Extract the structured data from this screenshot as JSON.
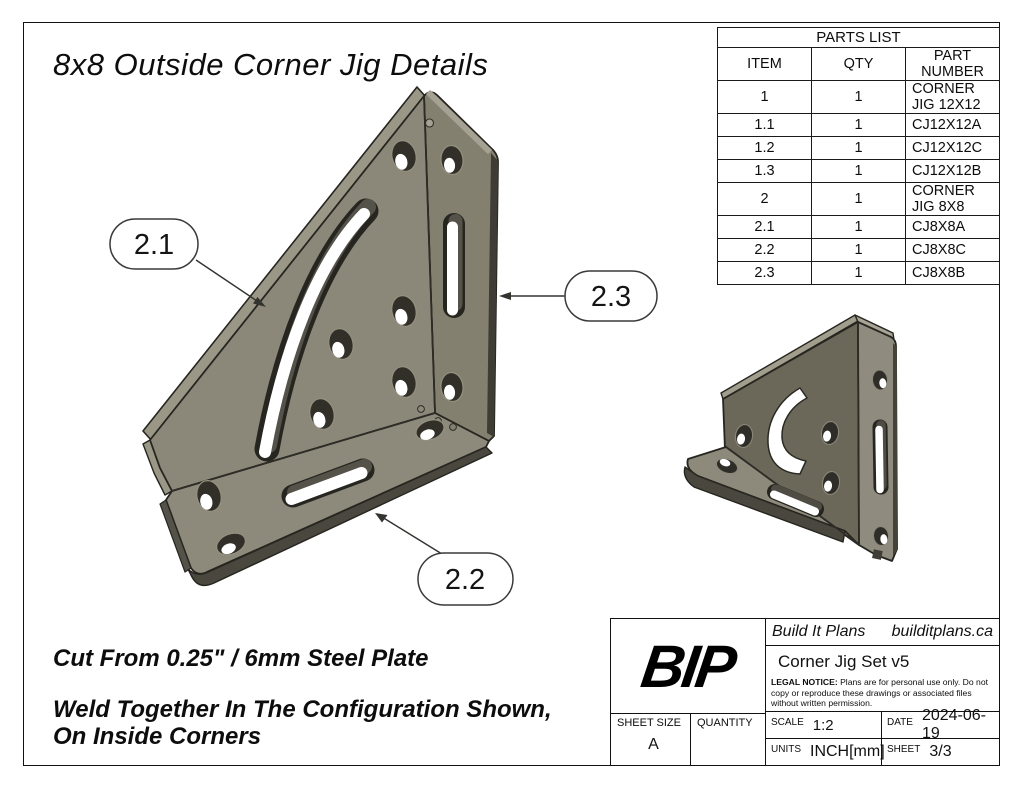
{
  "drawing": {
    "title": "8x8 Outside Corner Jig Details",
    "notes": [
      "Cut From 0.25\" / 6mm Steel Plate",
      "Weld Together In The Configuration Shown, On Inside Corners"
    ]
  },
  "parts_list": {
    "title": "PARTS LIST",
    "columns": {
      "item": "ITEM",
      "qty": "QTY",
      "part_number": "PART NUMBER"
    },
    "rows": [
      {
        "item": "1",
        "qty": "1",
        "part_number": "CORNER JIG 12X12"
      },
      {
        "item": "1.1",
        "qty": "1",
        "part_number": "CJ12X12A"
      },
      {
        "item": "1.2",
        "qty": "1",
        "part_number": "CJ12X12C"
      },
      {
        "item": "1.3",
        "qty": "1",
        "part_number": "CJ12X12B"
      },
      {
        "item": "2",
        "qty": "1",
        "part_number": "CORNER JIG 8X8"
      },
      {
        "item": "2.1",
        "qty": "1",
        "part_number": "CJ8X8A"
      },
      {
        "item": "2.2",
        "qty": "1",
        "part_number": "CJ8X8C"
      },
      {
        "item": "2.3",
        "qty": "1",
        "part_number": "CJ8X8B"
      }
    ]
  },
  "callouts": [
    {
      "label": "2.1"
    },
    {
      "label": "2.2"
    },
    {
      "label": "2.3"
    }
  ],
  "title_block": {
    "logo": "BIP",
    "company": "Build It Plans",
    "website": "builditplans.ca",
    "drawing_name": "Corner Jig Set v5",
    "legal_notice_label": "LEGAL NOTICE:",
    "legal_notice": " Plans are for personal use only. Do not copy or reproduce these drawings or associated files without written permission.",
    "sheet_size_label": "SHEET SIZE",
    "sheet_size": "A",
    "quantity_label": "QUANTITY",
    "quantity": "",
    "scale_label": "SCALE",
    "scale": "1:2",
    "date_label": "DATE",
    "date": "2024-06-19",
    "units_label": "UNITS",
    "units": "INCH[mm]",
    "sheet_label": "SHEET",
    "sheet": "3/3"
  },
  "colors": {
    "face_light": "#8b8779",
    "face_vertical": "#84806f",
    "face_base": "#8d8a7c",
    "face_dark": "#6b6759",
    "edge_band": "#9b9786",
    "top_band": "#a5a193",
    "thickness": "#4a473f",
    "outline": "#26251f",
    "background": "#ffffff"
  }
}
